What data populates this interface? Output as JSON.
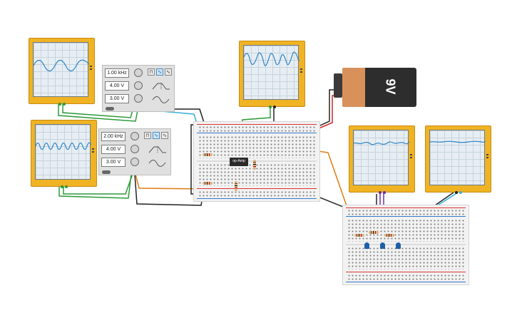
{
  "function_generators": [
    {
      "frequency": "1.00 kHz",
      "amplitude": "4.00 V",
      "dc_offset": "3.00 V"
    },
    {
      "frequency": "2.00 kHz",
      "amplitude": "4.00 V",
      "dc_offset": "3.00 V"
    }
  ],
  "opamp_label": "op-Amp",
  "battery_label": "9V",
  "waveform_icons": [
    "sine-wave-icon",
    "square-wave-icon",
    "triangle-wave-icon"
  ],
  "colors": {
    "scope_body": "#f0b323",
    "wave": "#2f86c9",
    "wire_green": "#2c9a3a",
    "wire_orange": "#e07b12",
    "wire_black": "#222222",
    "wire_red": "#d32424",
    "wire_blue": "#3aaed8",
    "wire_purple": "#6b2fa5"
  }
}
